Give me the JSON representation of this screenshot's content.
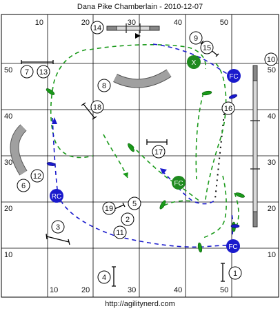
{
  "title": "Dana Pike Chamberlain - 2010-12-07",
  "footer": "http://agilitynerd.com",
  "grid": {
    "top_labels": [
      "10",
      "20",
      "30",
      "40",
      "50"
    ],
    "bottom_labels": [
      "10",
      "20",
      "30",
      "40",
      "50"
    ],
    "left_labels": [
      "50",
      "40",
      "30",
      "20",
      "10"
    ],
    "right_labels": [
      "50",
      "40",
      "30",
      "20",
      "10"
    ]
  },
  "obstacles": [
    {
      "label": "1"
    },
    {
      "label": "2"
    },
    {
      "label": "3"
    },
    {
      "label": "4"
    },
    {
      "label": "5"
    },
    {
      "label": "6"
    },
    {
      "label": "7"
    },
    {
      "label": "8"
    },
    {
      "label": "9"
    },
    {
      "label": "10"
    },
    {
      "label": "11"
    },
    {
      "label": "12"
    },
    {
      "label": "13"
    },
    {
      "label": "14"
    },
    {
      "label": "15"
    },
    {
      "label": "16"
    },
    {
      "label": "17"
    },
    {
      "label": "18"
    },
    {
      "label": "19"
    }
  ],
  "handler_markers": [
    {
      "label": "X",
      "color": "#1f8a1f"
    },
    {
      "label": "FC",
      "color": "#1f8a1f"
    },
    {
      "label": "FC",
      "color": "#1a1acc"
    },
    {
      "label": "FC",
      "color": "#1a1acc"
    },
    {
      "label": "RC",
      "color": "#1a1acc"
    }
  ],
  "colors": {
    "dog_path": "#1a9a1a",
    "handler_path": "#1a1acc",
    "tunnel": "#a0a0a0",
    "grid": "#000000"
  }
}
